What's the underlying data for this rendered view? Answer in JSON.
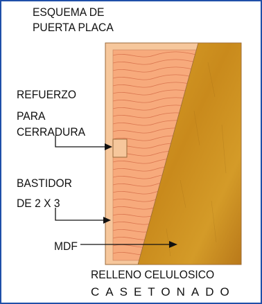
{
  "title": {
    "line1": "ESQUEMA DE",
    "line2": "PUERTA PLACA"
  },
  "labels": {
    "refuerzo": [
      "REFUERZO",
      "PARA",
      "CERRADURA"
    ],
    "bastidor": [
      "BASTIDOR",
      "DE 2 X 3"
    ],
    "mdf": "MDF",
    "relleno": "RELLENO CELULOSICO",
    "casetonado": "CASETONADO"
  },
  "colors": {
    "frame_border": "#1f4fa8",
    "bastidor_wood": "#f6c79c",
    "core_fill": "#f7aa7c",
    "core_grain": "#d9754f",
    "mdf_panel": "#cc8e1e",
    "lines": "#111111"
  }
}
